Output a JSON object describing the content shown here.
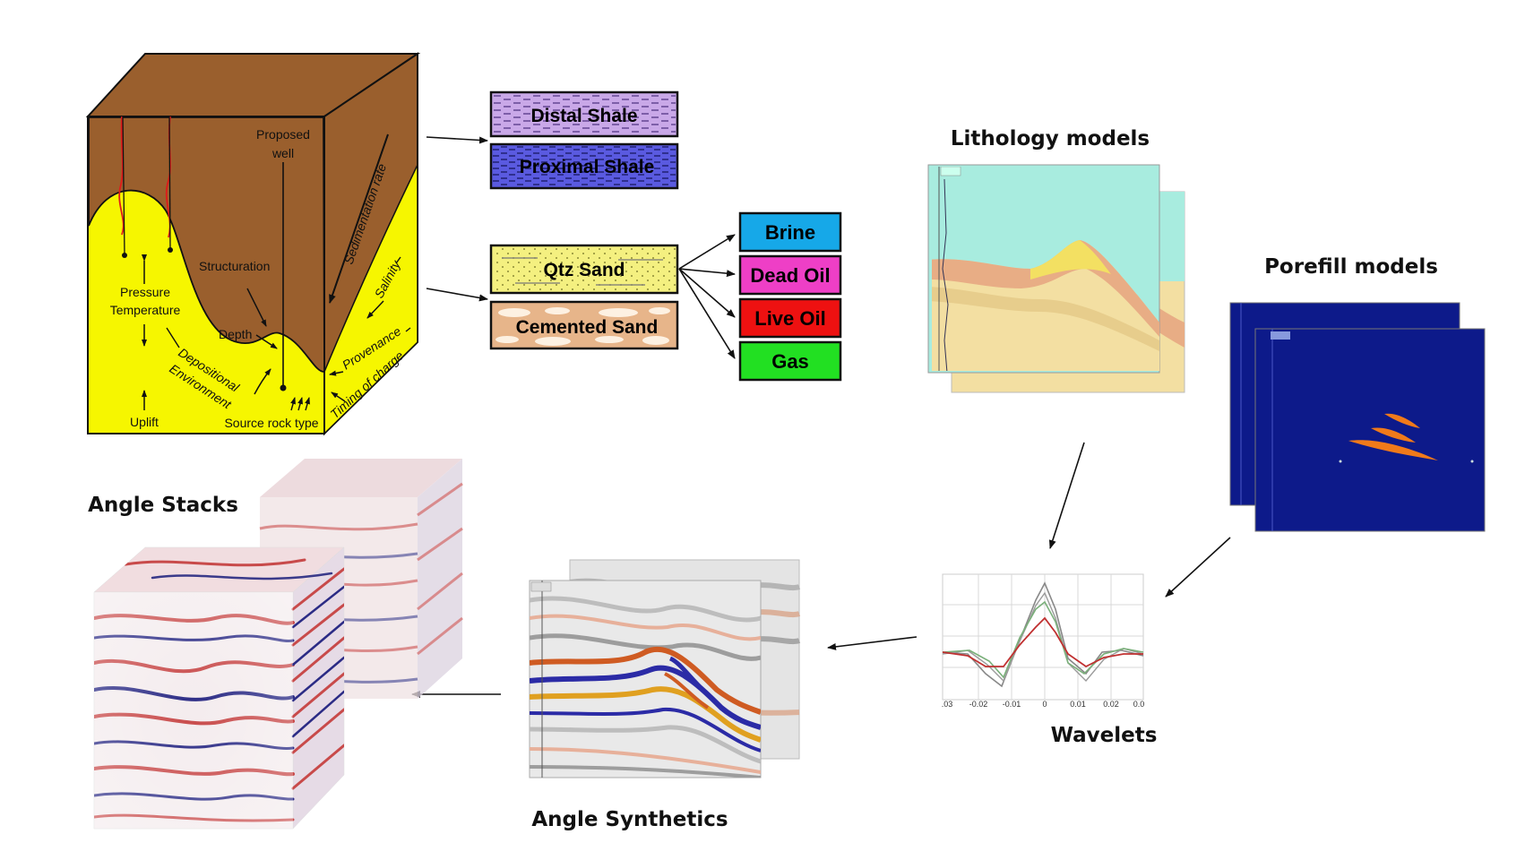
{
  "block_diagram": {
    "labels": {
      "proposed_well_1": "Proposed",
      "proposed_well_2": "well",
      "sedimentation_rate": "Sedimentation rate",
      "structuration": "Structuration",
      "pressure": "Pressure",
      "temperature": "Temperature",
      "depth": "Depth",
      "depositional_1": "Depositional",
      "depositional_2": "Environment",
      "salinity": "Salinity",
      "provenance": "Provenance",
      "timing_of_charge": "Timing of charge",
      "uplift": "Uplift",
      "source_rock_type": "Source rock type"
    }
  },
  "shale_boxes": [
    {
      "label": "Distal Shale",
      "color": "#c9a8e8"
    },
    {
      "label": "Proximal Shale",
      "color": "#5a5ae0"
    }
  ],
  "sand_boxes": [
    {
      "label": "Qtz Sand",
      "color": "#f4f080"
    },
    {
      "label": "Cemented Sand",
      "color": "#e7b58a"
    }
  ],
  "fluid_boxes": [
    {
      "label": "Brine",
      "color": "#16a8e8"
    },
    {
      "label": "Dead Oil",
      "color": "#ee3fc6"
    },
    {
      "label": "Live Oil",
      "color": "#ee1111"
    },
    {
      "label": "Gas",
      "color": "#22e022"
    }
  ],
  "headings": {
    "lithology": "Lithology models",
    "porefill": "Porefill models",
    "wavelets": "Wavelets",
    "angle_synthetics": "Angle Synthetics",
    "angle_stacks": "Angle Stacks"
  },
  "wavelet_chart": {
    "x_tick_labels": [
      ".03",
      "-0.02",
      "-0.01",
      "0",
      "0.01",
      "0.02",
      "0.0"
    ]
  },
  "colors": {
    "overburden": "#9a5f2d",
    "reservoir": "#f6f600",
    "arrow": "#111111",
    "porefill_bg": "#0d1a8a",
    "lith_water": "#a8ecdf",
    "lith_sand": "#f3dfa2"
  }
}
